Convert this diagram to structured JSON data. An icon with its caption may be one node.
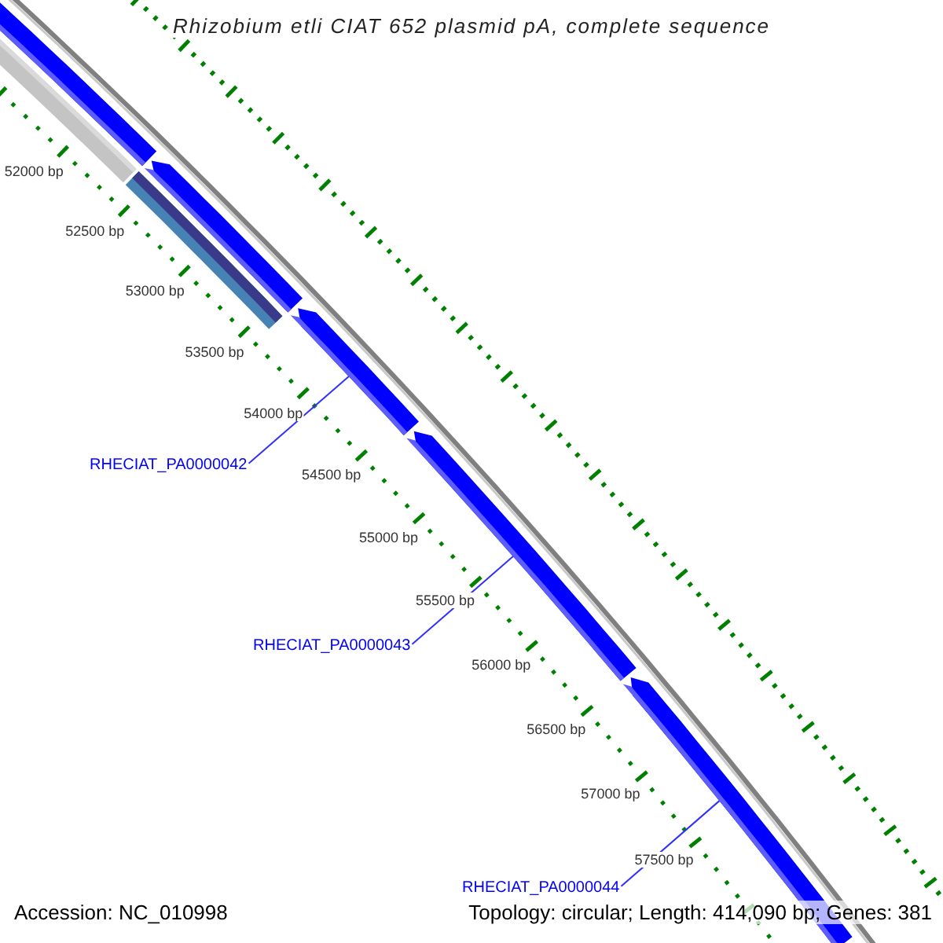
{
  "diagram": {
    "title": "Rhizobium etli CIAT 652 plasmid pA, complete sequence",
    "nodes": [
      {
        "text": [],
        "shape": "arrow"
      },
      {
        "text": [],
        "shape": "bar"
      },
      {
        "text": [],
        "shape": "arrow"
      },
      {
        "text": [],
        "shape": "bar"
      },
      {
        "text": [],
        "shape": "arrow"
      },
      {
        "text": [
          "RHECIAT_PA0000042"
        ]
      },
      {
        "text": [],
        "shape": "arrow"
      },
      {
        "text": [
          "RHECIAT_PA0000043"
        ]
      },
      {
        "text": [],
        "shape": "arrow"
      },
      {
        "text": [
          "RHECIAT_PA0000044"
        ]
      }
    ],
    "edges": [
      {
        "from": 5,
        "to": 4,
        "arrow": "none"
      },
      {
        "from": 7,
        "to": 6,
        "arrow": "none"
      },
      {
        "from": 9,
        "to": 8,
        "arrow": "none"
      }
    ],
    "labels": [
      "52000 bp",
      "52500 bp",
      "53000 bp",
      "53500 bp",
      "54000 bp",
      "54500 bp",
      "55000 bp",
      "55500 bp",
      "56000 bp",
      "56500 bp",
      "57000 bp",
      "57500 bp",
      "Accession: NC_010998",
      "Topology: circular; Length: 414,090 bp; Genes: 381"
    ]
  }
}
